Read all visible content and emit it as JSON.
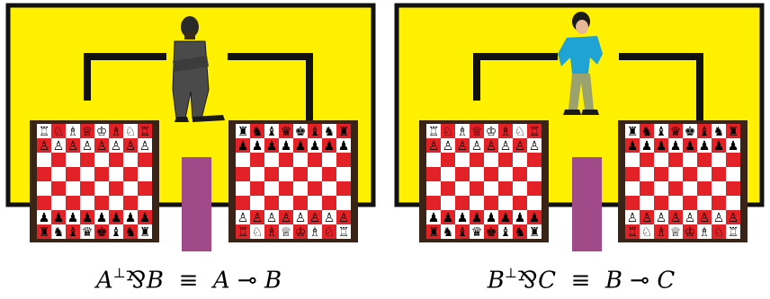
{
  "colors": {
    "yellow": "#FFEF00",
    "frame": "#111111",
    "board_red": "#E32227",
    "board_white": "#FFFFFF",
    "board_rim": "#3A2418",
    "stand": "#A04A8A"
  },
  "panels": [
    {
      "figure": "man-in-dark-suit",
      "formula": {
        "a": "A",
        "perp": "⊥",
        "par": "⅋",
        "b": "B",
        "equiv": "≡",
        "lhs": "A",
        "lolli": "⊸",
        "rhs": "B"
      }
    },
    {
      "figure": "man-in-blue-shirt",
      "formula": {
        "a": "B",
        "perp": "⊥",
        "par": "⅋",
        "b": "C",
        "equiv": "≡",
        "lhs": "B",
        "lolli": "⊸",
        "rhs": "C"
      }
    }
  ],
  "chess": {
    "back_rank_black": [
      "♜",
      "♞",
      "♝",
      "♛",
      "♚",
      "♝",
      "♞",
      "♜"
    ],
    "pawns_black": "♟",
    "back_rank_white": [
      "♖",
      "♘",
      "♗",
      "♕",
      "♔",
      "♗",
      "♘",
      "♖"
    ],
    "pawns_white": "♙"
  }
}
